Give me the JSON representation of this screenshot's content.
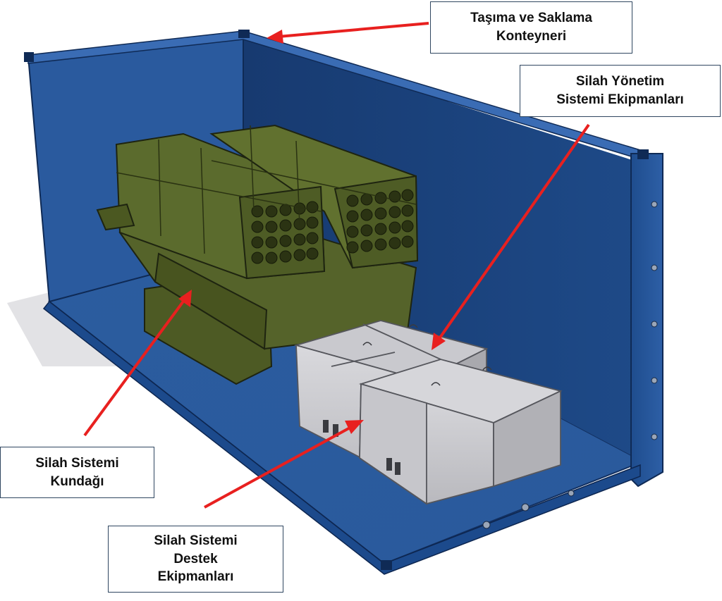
{
  "labels": {
    "container": [
      "Taşıma ve Saklama",
      "Konteyneri"
    ],
    "weapon_management": [
      "Silah Yönetim",
      "Sistemi Ekipmanları"
    ],
    "weapon_mount": [
      "Silah Sistemi",
      "Kundağı"
    ],
    "support_equipment": [
      "Silah Sistemi",
      "Destek",
      "Ekipmanları"
    ]
  },
  "colors": {
    "container_blue": "#27579a",
    "container_dark": "#102a52",
    "launcher_green": "#5a6a2c",
    "equipment_grey": "#cfcfd3",
    "arrow_red": "#e8201f",
    "callout_border": "#2f4660"
  }
}
